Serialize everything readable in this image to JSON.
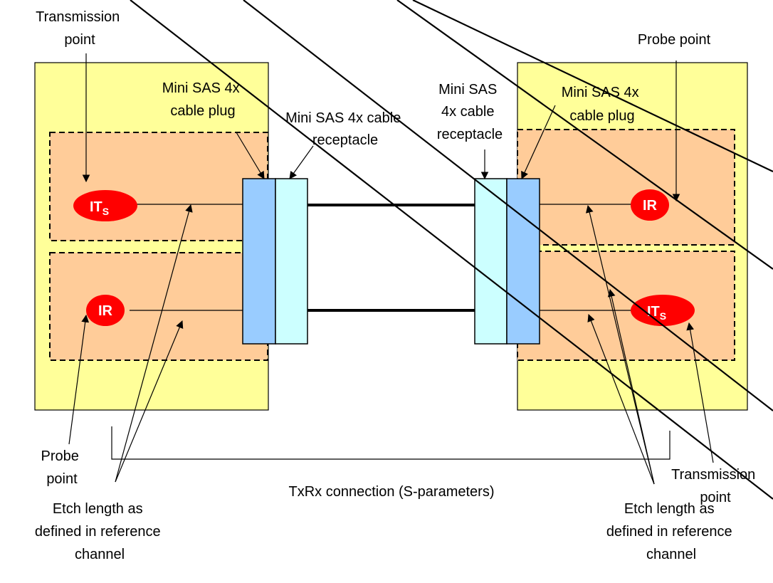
{
  "labels": {
    "transmission_point_top_left": [
      "Transmission",
      "point"
    ],
    "probe_point_top_right": [
      "Probe point"
    ],
    "plug_left": [
      "Mini SAS 4x",
      "cable plug"
    ],
    "receptacle_left": [
      "Mini SAS 4x cable",
      "receptacle"
    ],
    "receptacle_right": [
      "Mini SAS",
      "4x cable",
      "receptacle"
    ],
    "plug_right": [
      "Mini SAS 4x",
      "cable plug"
    ],
    "probe_point_bottom_left": [
      "Probe",
      "point"
    ],
    "transmission_point_bottom_right": [
      "Transmission",
      "point"
    ],
    "txrx_connection": [
      "TxRx connection (S-parameters)"
    ],
    "etch_left": [
      "Etch length as",
      "defined in reference",
      "channel"
    ],
    "etch_right": [
      "Etch length as",
      "defined in reference",
      "channel"
    ]
  },
  "nodes": {
    "its_main": "IT",
    "its_sub": "S",
    "ir": "IR"
  },
  "colors": {
    "board": "#ffff99",
    "zone": "#ffcc99",
    "plug": "#99ccff",
    "receptacle": "#ccffff",
    "node": "#ff0000"
  }
}
